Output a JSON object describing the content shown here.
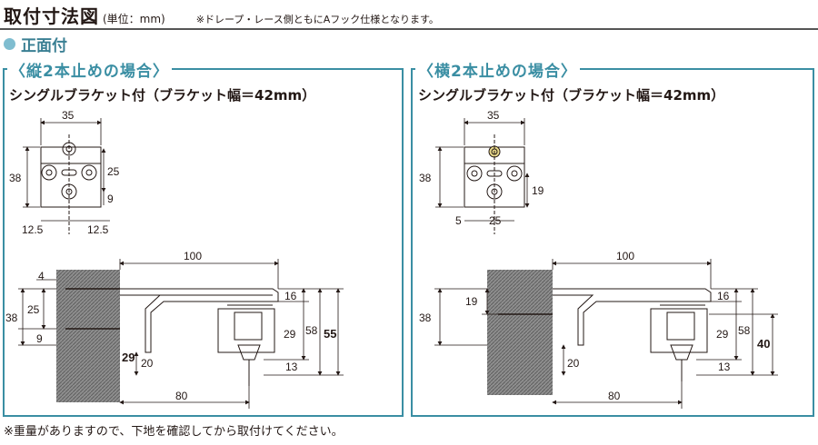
{
  "header": {
    "title": "取付寸法図",
    "unit": "(単位：mm)",
    "note": "※ドレープ・レース側ともにAフック仕様となります。"
  },
  "section": {
    "title": "正面付"
  },
  "panels": [
    {
      "title": "〈縦2本止めの場合〉",
      "subtitle": "シングルブラケット付（ブラケット幅＝42mm）",
      "top_dims": [
        "35",
        "38",
        "25",
        "9",
        "12.5",
        "12.5"
      ],
      "side_dims": [
        "100",
        "4",
        "38",
        "25",
        "9",
        "16",
        "29",
        "58",
        "55",
        "29",
        "20",
        "13",
        "80"
      ]
    },
    {
      "title": "〈横2本止めの場合〉",
      "subtitle": "シングルブラケット付（ブラケット幅＝42mm）",
      "top_dims": [
        "35",
        "38",
        "19",
        "5",
        "25"
      ],
      "side_dims": [
        "100",
        "19",
        "38",
        "16",
        "29",
        "58",
        "40",
        "20",
        "13",
        "80"
      ]
    }
  ],
  "footnote": "※重量がありますので、下地を確認してから取付けてください。"
}
